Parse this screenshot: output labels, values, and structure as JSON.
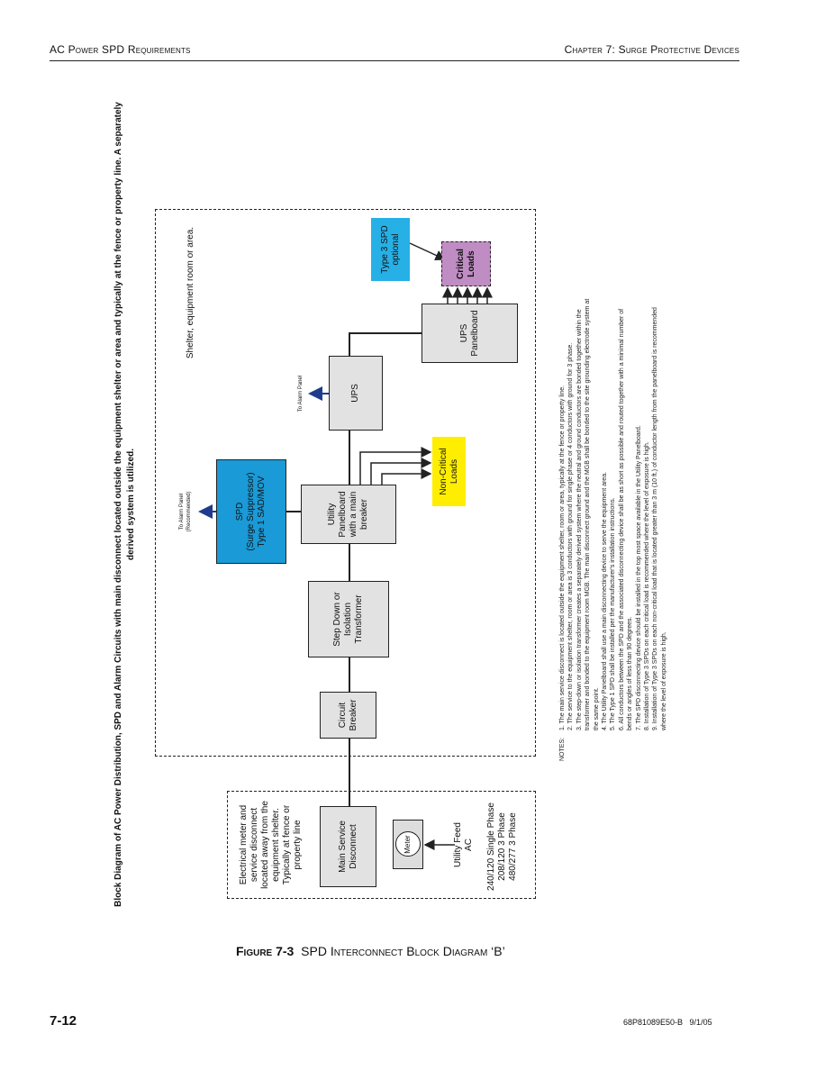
{
  "header": {
    "left": "AC Power SPD Requirements",
    "right": "Chapter 7: Surge Protective Devices"
  },
  "diagram": {
    "title": "Block Diagram of AC Power Distribution, SPD and Alarm Circuits with main disconnect located outside the equipment shelter or area and typically at the fence or property line.  A separately\nderived system is utilized.",
    "outside_note": "Electrical meter and\nservice disconnect\nlocated away from the\nequipment shelter.\nTypically at fence or\nproperty line",
    "main_service": "Main Service\nDisconnect",
    "meter": "Meter",
    "utility_feed": "Utility Feed\nAC",
    "phases": "240/120 Single Phase\n208/120  3 Phase\n480/277  3 Phase",
    "circuit_breaker": "Circuit\nBreaker",
    "step_down": "Step Down or\nIsolation\nTransformer",
    "utility_panelboard": "Utility\nPanelboard\nwith a main\nbreaker",
    "spd": "SPD\n(Surge Suppressor)\nType 1 SAD/MOV",
    "spd_alarm": "To Alarm Panel\n(Recommended)",
    "ups": "UPS",
    "ups_alarm": "To Alarm Panel",
    "non_critical": "Non-Critical\nLoads",
    "ups_panelboard": "UPS\nPanelboard",
    "critical": "Critical\nLoads",
    "type3": "Type 3 SPD\noptional",
    "shelter": "Shelter, equipment room or area.",
    "colors": {
      "spd": "#1a9ad6",
      "type3": "#27b0e6",
      "non_critical": "#ffee00",
      "critical": "#c08cc4",
      "arrow": "#1f3c8c"
    }
  },
  "notes": {
    "label": "NOTES:",
    "items": [
      "1.  The main service disconnect is located outside the equipment shelter, room or area, typically at the fence or property line.",
      "2.  The service to the equipment shelter, room or area is 3 conductors with ground for single phase or 4 conductors with ground for 3 phase.",
      "3.  The step-down or isolation transformer creates a separately derived system where the neutral and ground conductors are bonded together within the transformer and bonded to the equipment room MGB.  The main disconnect ground and the MGB shall be bonded to the site grounding electrode system at the same point.",
      "4.  The Utility Panelboard shall use a main disconnecting device to serve the equipment area.",
      "5.  The Type 1 SPD shall be installed per the manufacturer's installation instructions.",
      "6.  All conductors between the SPD and the associated disconnecting device shall be as short as possible and routed together with a minimal number of bends or angles of less than 90 degrees.",
      "7.  The SPD disconnecting device should be installed in the top most space available in the Utility Panelboard.",
      "8.  Installation of Type 3 SPDs on each critical load is recommended where the level of exposure is high.",
      "9.  Installation of Type 3 SPDs on each non-critical load that is located greater than 3 m (10 ft.) of conductor length from the panelboard is recommended where the level of exposure is high."
    ]
  },
  "caption": {
    "label": "Figure 7-3",
    "text": "SPD Interconnect Block Diagram ‘B’"
  },
  "footer": {
    "page": "7-12",
    "doc": "68P81089E50-B   9/1/05"
  }
}
